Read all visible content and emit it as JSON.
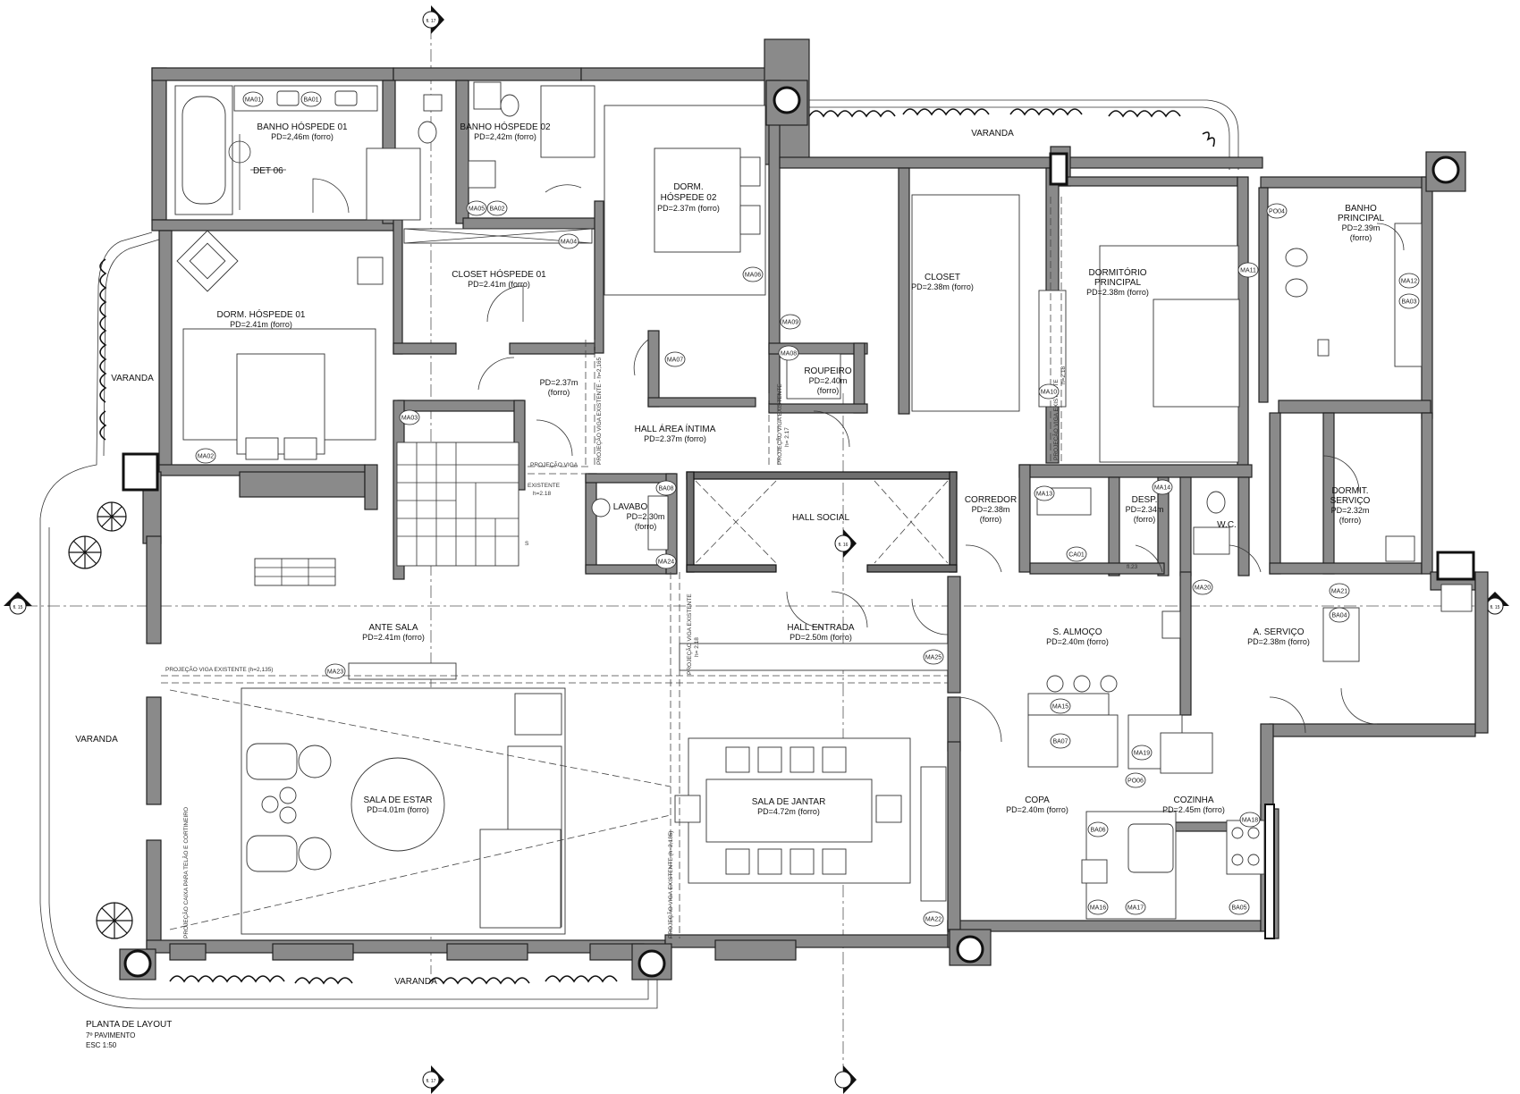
{
  "drawing": {
    "title": "PLANTA DE LAYOUT",
    "subtitle": "7º PAVIMENTO",
    "scale": "ESC 1:50"
  },
  "rooms": [
    {
      "id": "banho_hospede_01",
      "name": "BANHO HÓSPEDE 01",
      "pd": "PD=2,46m (forro)"
    },
    {
      "id": "banho_hospede_02",
      "name": "BANHO HÓSPEDE 02",
      "pd": "PD=2,42m (forro)"
    },
    {
      "id": "dorm_hospede_02",
      "name": "DORM.",
      "name2": "HÓSPEDE 02",
      "pd": "PD=2.37m (forro)"
    },
    {
      "id": "closet_hospede_01",
      "name": "CLOSET HÓSPEDE 01",
      "pd": "PD=2.41m (forro)"
    },
    {
      "id": "dorm_hospede_01",
      "name": "DORM. HÓSPEDE 01",
      "pd": "PD=2.41m (forro)"
    },
    {
      "id": "closet",
      "name": "CLOSET",
      "pd": "PD=2.38m (forro)"
    },
    {
      "id": "dormitorio_principal",
      "name": "DORMITÓRIO",
      "name2": "PRINCIPAL",
      "pd": "PD=2.38m (forro)"
    },
    {
      "id": "banho_principal",
      "name": "BANHO",
      "name2": "PRINCIPAL",
      "pd": "PD=2.39m",
      "pd2": "(forro)"
    },
    {
      "id": "hall_pd",
      "name": "PD=2.37m",
      "pd": "(forro)"
    },
    {
      "id": "roupeiro",
      "name": "ROUPEIRO",
      "pd": "PD=2.40m",
      "pd2": "(forro)"
    },
    {
      "id": "hall_area_intima",
      "name": "HALL ÁREA ÍNTIMA",
      "pd": "PD=2.37m (forro)"
    },
    {
      "id": "lavabo",
      "name": "LAVABO",
      "pd": "PD=2.30m",
      "pd2": "(forro)"
    },
    {
      "id": "hall_social",
      "name": "HALL SOCIAL",
      "pd": ""
    },
    {
      "id": "corredor",
      "name": "CORREDOR",
      "pd": "PD=2.38m",
      "pd2": "(forro)"
    },
    {
      "id": "desp",
      "name": "DESP.",
      "pd": "PD=2.34m",
      "pd2": "(forro)"
    },
    {
      "id": "wc",
      "name": "W.C.",
      "pd": ""
    },
    {
      "id": "dormit_servico",
      "name": "DORMIT.",
      "name2": "SERVIÇO",
      "pd": "PD=2.32m",
      "pd2": "(forro)"
    },
    {
      "id": "ante_sala",
      "name": "ANTE SALA",
      "pd": "PD=2.41m (forro)"
    },
    {
      "id": "hall_entrada",
      "name": "HALL ENTRADA",
      "pd": "PD=2.50m (forro)"
    },
    {
      "id": "s_almoco",
      "name": "S. ALMOÇO",
      "pd": "PD=2.40m (forro)"
    },
    {
      "id": "a_servico",
      "name": "A. SERVIÇO",
      "pd": "PD=2.38m (forro)"
    },
    {
      "id": "sala_estar",
      "name": "SALA DE ESTAR",
      "pd": "PD=4.01m (forro)"
    },
    {
      "id": "sala_jantar",
      "name": "SALA DE JANTAR",
      "pd": "PD=4.72m (forro)"
    },
    {
      "id": "copa",
      "name": "COPA",
      "pd": "PD=2.40m (forro)"
    },
    {
      "id": "cozinha",
      "name": "COZINHA",
      "pd": "PD=2.45m (forro)"
    }
  ],
  "varandas": {
    "top": "VARANDA",
    "left_upper": "VARANDA",
    "left_lower": "VARANDA",
    "bottom": "VARANDA"
  },
  "tags": [
    "MA01",
    "BA01",
    "MA02",
    "MA03",
    "MA04",
    "MA05",
    "BA02",
    "MA06",
    "MA07",
    "MA08",
    "MA09",
    "MA10",
    "MA11",
    "MA12",
    "BA03",
    "PO04",
    "MA13",
    "MA14",
    "MA15",
    "BA07",
    "MA16",
    "MA17",
    "MA18",
    "MA19",
    "PO06",
    "MA20",
    "MA21",
    "BA04",
    "MA22",
    "MA23",
    "MA24",
    "MA25",
    "BA05",
    "BA06",
    "BA08",
    "CA01"
  ],
  "notes": {
    "det": "DET 06",
    "viga1": "PROJEÇÃO VIGA EXISTENTE - h=2,165",
    "viga2": "PROJEÇÃO VIGA EXISTENTE",
    "viga2b": "h= 2.17",
    "viga3": "PROJEÇÃO VIGA",
    "viga3b": "EXISTENTE",
    "viga3c": "h=2.18",
    "viga4": "PROJEÇÃO VIGA EXISTENTE",
    "viga4b": "h= 2.18",
    "viga5": "PROJEÇÃO VIGA EXISTENTE (h=2,135)",
    "viga6": "PROJEÇÃO VIGA EXISTENTE (h=2,185)",
    "viga7": "PROJEÇÃO VIGA EXISTENTE",
    "viga7b": "h=2,18",
    "caixa": "PROJEÇÃO CAIXA PARA TELÃO E CORTINEIRO",
    "stair": "S",
    "ca01b": "fl.23"
  },
  "section_markers": {
    "top": "fl. 17",
    "bottom": "fl. 17",
    "left": "fl. 15",
    "right": "fl. 15",
    "center": "fl. 16"
  }
}
